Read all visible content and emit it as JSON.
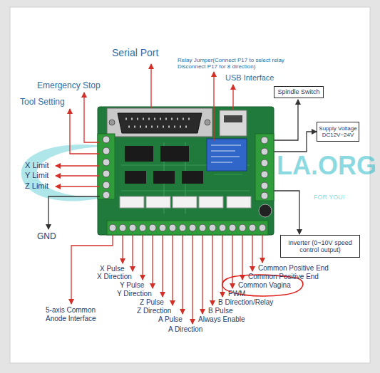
{
  "diagram": {
    "nodes": [
      {
        "text": [
          "Spindle Switch"
        ]
      },
      {
        "text": [
          "Supply Voltage DC12V~24V"
        ]
      },
      {
        "text": [
          "Inverter (0~10V speed control output)"
        ]
      }
    ],
    "labels": [
      "Serial Port",
      "Relay Jumper(Connect P17 to select relay Disconnect P17 for 8 direction)",
      "USB Interface",
      "Emergency Stop",
      "Tool Setting",
      "X Limit",
      "Y Limit",
      "Z Limit",
      "GND",
      "X Pulse",
      "X Direction",
      "Y Pulse",
      "Y Direction",
      "Z Pulse",
      "Z Direction",
      "A Pulse",
      "A Direction",
      "Always Enable",
      "B Pulse",
      "B Direction/Relay",
      "PWM",
      "Common Vagina",
      "Common Positive End",
      "Common Positive End",
      "5-axis Common Anode Interface",
      "LA.ORG",
      "FOR YOU!"
    ]
  }
}
